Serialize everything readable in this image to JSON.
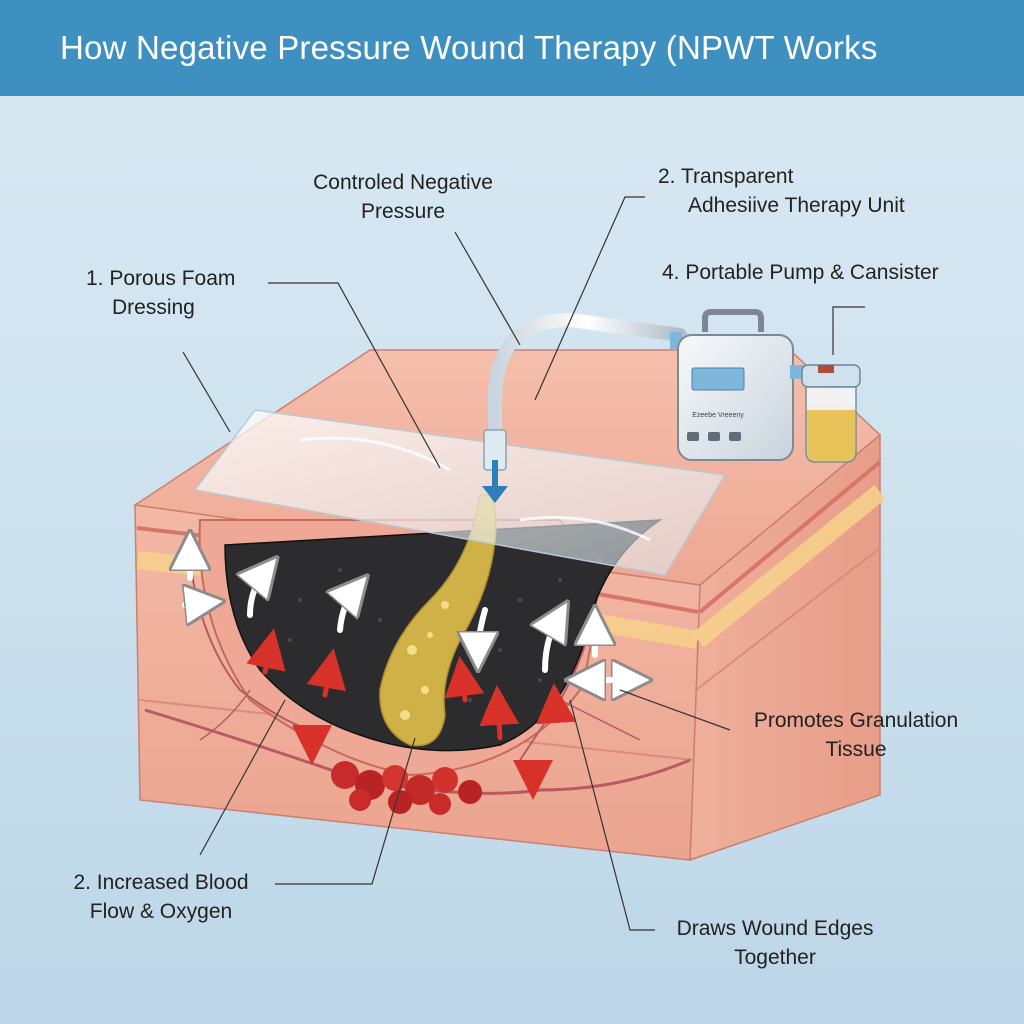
{
  "title": "How Negative Pressure Wound Therapy (NPWT Works",
  "labels": {
    "controlled_pressure": [
      "Controled Negative",
      "Pressure"
    ],
    "therapy_unit": [
      "2. Transparent",
      "Adhesiive Therapy Unit"
    ],
    "porous_foam": [
      "1. Porous Foam",
      "Dressing"
    ],
    "pump": "4. Portable Pump & Cansister",
    "granulation": [
      "Promotes Granulation",
      "Tissue"
    ],
    "blood_flow": [
      "2. Increased Blood",
      "Flow & Oxygen"
    ],
    "wound_edges": [
      "Draws Wound Edges",
      "Together"
    ]
  },
  "device_label": "Ezeebe Vreeeny",
  "colors": {
    "title_bar": "#3d90bf",
    "skin": "#f2b29f",
    "dermis": "#f6c9b6",
    "fat_layer": "#f6cf8c",
    "foam": "#2c2c2e",
    "exudate": "#d9b94a",
    "blood_arrow": "#d8312a",
    "pump_body": "#e9eef4",
    "pump_screen": "#7fb6db"
  }
}
